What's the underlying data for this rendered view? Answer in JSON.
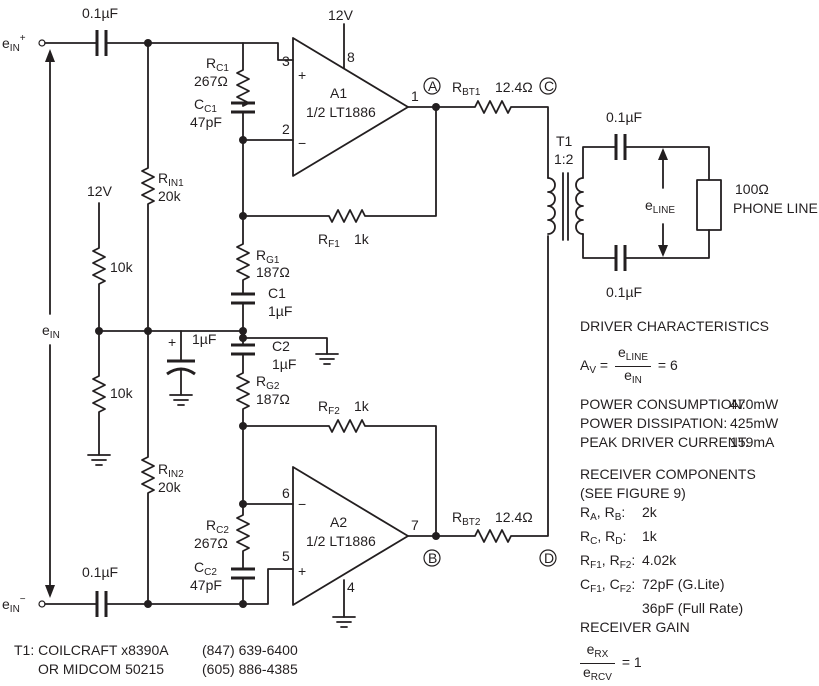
{
  "inputs": {
    "pos_main": "e",
    "pos_sub": "IN",
    "pos_sign": "+",
    "neg_main": "e",
    "neg_sub": "IN",
    "neg_sign": "−",
    "diff_main": "e",
    "diff_sub": "IN"
  },
  "components": {
    "c_in_top": "0.1µF",
    "c_in_bot": "0.1µF",
    "rin1_main": "R",
    "rin1_sub": "IN1",
    "rin1_val": "20k",
    "rin2_main": "R",
    "rin2_sub": "IN2",
    "rin2_val": "20k",
    "supply_left": "12V",
    "div_top": "10k",
    "div_bot": "10k",
    "cbyp": "1µF",
    "rc1_main": "R",
    "rc1_sub": "C1",
    "rc1_val": "267Ω",
    "cc1_main": "C",
    "cc1_sub": "C1",
    "cc1_val": "47pF",
    "rc2_main": "R",
    "rc2_sub": "C2",
    "rc2_val": "267Ω",
    "cc2_main": "C",
    "cc2_sub": "C2",
    "cc2_val": "47pF",
    "rg1_main": "R",
    "rg1_sub": "G1",
    "rg1_val": "187Ω",
    "rg2_main": "R",
    "rg2_sub": "G2",
    "rg2_val": "187Ω",
    "c1_name": "C1",
    "c1_val": "1µF",
    "c2_name": "C2",
    "c2_val": "1µF",
    "rf1_main": "R",
    "rf1_sub": "F1",
    "rf1_val": "1k",
    "rf2_main": "R",
    "rf2_sub": "F2",
    "rf2_val": "1k",
    "rbt1_main": "R",
    "rbt1_sub": "BT1",
    "rbt1_val": "12.4Ω",
    "rbt2_main": "R",
    "rbt2_sub": "BT2",
    "rbt2_val": "12.4Ω",
    "t1_name": "T1",
    "t1_ratio": "1:2",
    "c_line_top": "0.1µF",
    "c_line_bot": "0.1µF",
    "load_val": "100Ω",
    "load_name": "PHONE LINE",
    "eline_main": "e",
    "eline_sub": "LINE"
  },
  "amplifiers": {
    "a1_name": "A1",
    "a1_part": "1/2 LT1886",
    "a1_supply": "12V",
    "a1_pin_vcc": "8",
    "a1_pin_plus": "3",
    "a1_pin_minus": "2",
    "a1_pin_out": "1",
    "a1_plus_sym": "+",
    "a1_minus_sym": "−",
    "a2_name": "A2",
    "a2_part": "1/2 LT1886",
    "a2_pin_gnd": "4",
    "a2_pin_minus": "6",
    "a2_pin_plus": "5",
    "a2_pin_out": "7",
    "a2_plus_sym": "+",
    "a2_minus_sym": "−"
  },
  "nodes": {
    "a": "A",
    "b": "B",
    "c": "C",
    "d": "D"
  },
  "driver": {
    "heading": "DRIVER CHARACTERISTICS",
    "av_main": "A",
    "av_sub": "V",
    "eq": "=",
    "num_main": "e",
    "num_sub": "LINE",
    "den_main": "e",
    "den_sub": "IN",
    "result": "= 6",
    "rows": [
      {
        "label": "POWER CONSUMPTION:",
        "value": "470mW"
      },
      {
        "label": "POWER DISSIPATION:",
        "value": "425mW"
      },
      {
        "label": "PEAK DRIVER CURRENT:",
        "value": "159mA"
      }
    ]
  },
  "receiver": {
    "heading": "RECEIVER COMPONENTS",
    "note": "(SEE FIGURE 9)",
    "rows": [
      {
        "label": "R_A, R_B:",
        "value": "2k"
      },
      {
        "label": "R_C, R_D:",
        "value": "1k"
      },
      {
        "label": "R_F1, R_F2:",
        "value": "4.02k"
      },
      {
        "label": "C_F1, C_F2:",
        "value": "72pF (G.Lite)"
      },
      {
        "label": "",
        "value": "36pF (Full Rate)"
      }
    ],
    "gain_heading": "RECEIVER GAIN",
    "gain_num_main": "e",
    "gain_num_sub": "RX",
    "gain_den_main": "e",
    "gain_den_sub": "RCV",
    "gain_result": "= 1"
  },
  "transformer_note": {
    "line1_part": "T1: COILCRAFT x8390A",
    "line1_phone": "(847) 639-6400",
    "line2_part": "OR MIDCOM 50215",
    "line2_phone": "(605) 886-4385"
  }
}
